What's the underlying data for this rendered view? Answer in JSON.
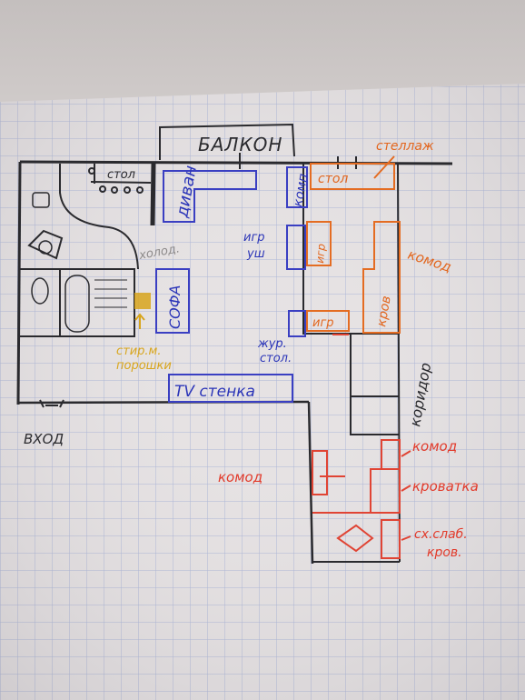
{
  "labels": {
    "balcony": "БАЛКОН",
    "table_kitchen": "стол",
    "sofa_divan": "диван",
    "fridge": "холод.",
    "sofa": "СОФА",
    "washer": "стир.м.",
    "powders": "порошки",
    "tv_wall": "TV стенка",
    "entrance": "ВХОД",
    "computer": "комп",
    "table_desk": "стол",
    "shelving": "стеллаж",
    "toys_group": "игр",
    "toys_group2": "уш",
    "toys_box1": "игр",
    "toys_box2": "игр",
    "dresser_top": "комод",
    "bed": "кров",
    "coffee_table1": "жур.",
    "coffee_table2": "стол.",
    "corridor": "коридор",
    "dresser_right": "комод",
    "crib": "кроватка",
    "dresser_left": "комод",
    "sliding_bed1": "сх.слаб.",
    "sliding_bed2": "кров."
  },
  "colors": {
    "ink_black": "#2a2a2e",
    "ink_blue": "#2b35b8",
    "ink_orange": "#e2661e",
    "ink_red": "#e23b2b",
    "ink_yellow": "#d8a51c",
    "paper": "#e6e2e3",
    "grid": "#a9b3d6"
  }
}
